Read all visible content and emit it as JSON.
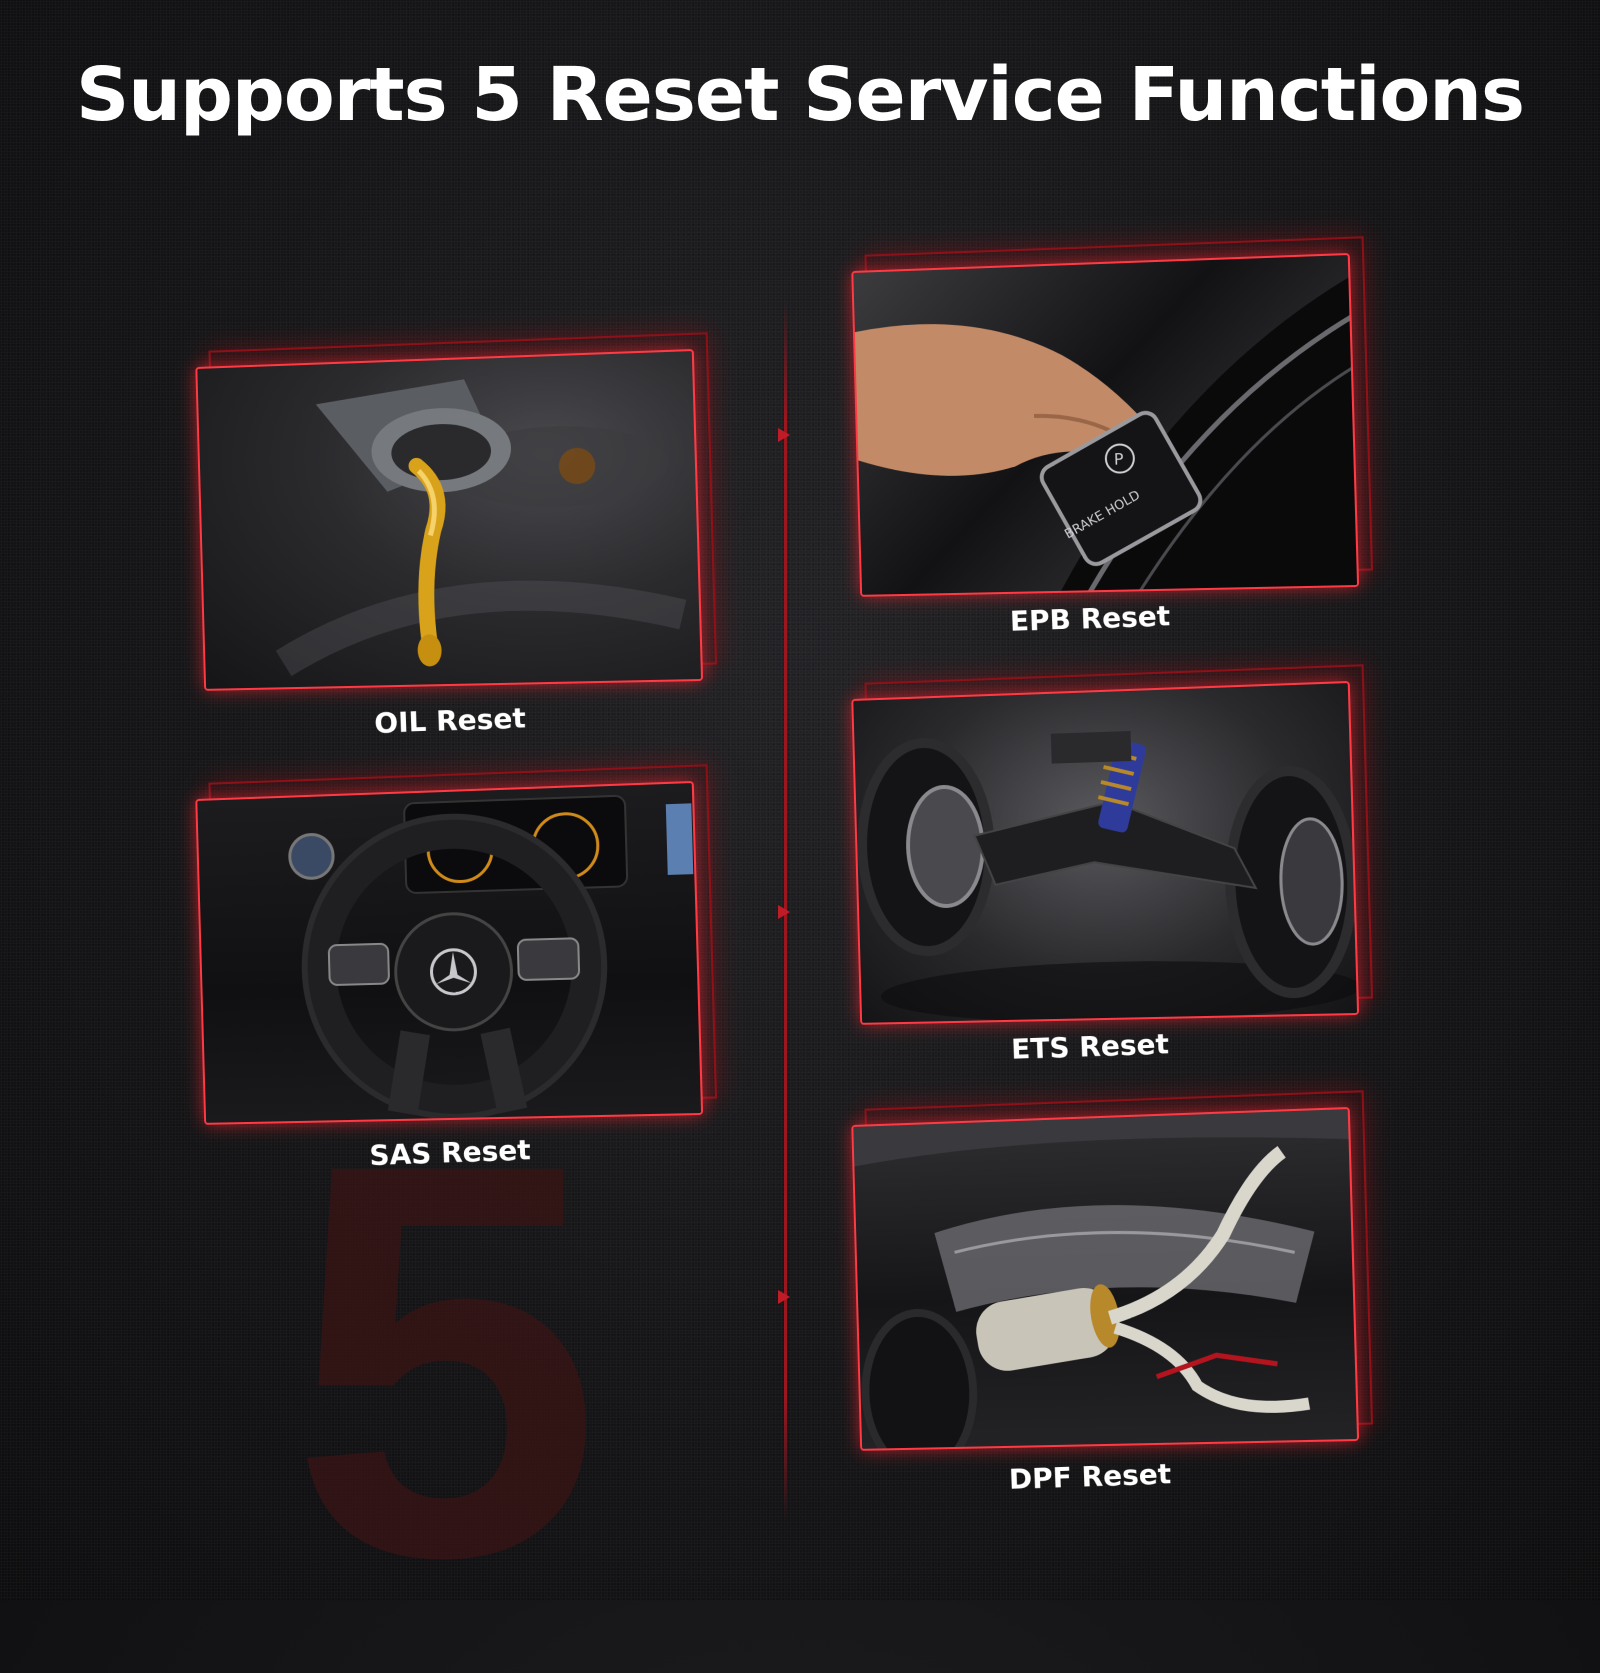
{
  "title": "Supports 5 Reset Service Functions",
  "big_number": "5",
  "functions": [
    {
      "label": "OIL Reset"
    },
    {
      "label": "SAS Reset"
    },
    {
      "label": "EPB Reset"
    },
    {
      "label": "ETS Reset"
    },
    {
      "label": "DPF Reset"
    }
  ],
  "epb_button_text": "BRAKE HOLD",
  "epb_button_symbol": "P",
  "colors": {
    "accent": "#ff3a44",
    "background": "#161618",
    "text": "#ffffff",
    "big_number": "#3a1414"
  }
}
